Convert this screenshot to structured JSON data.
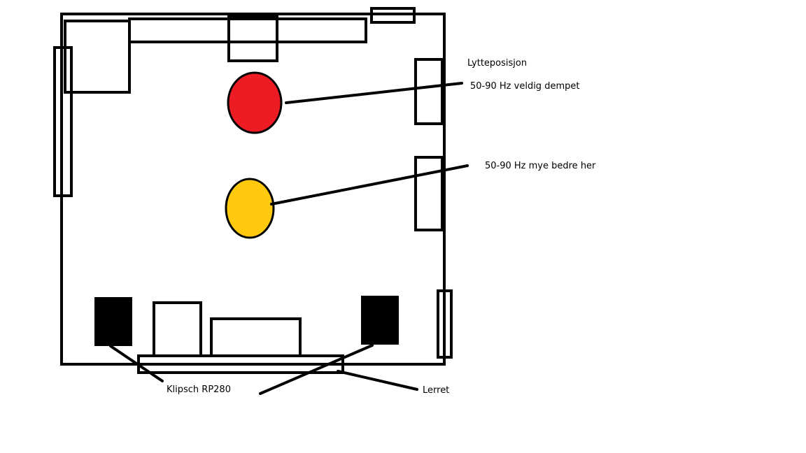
{
  "labels": {
    "listening_position": "Lytteposisjon",
    "muted_note": "50-90 Hz veldig dempet",
    "better_note": "50-90 Hz mye bedre her",
    "speaker_model": "Klipsch RP280",
    "screen": "Lerret"
  },
  "colors": {
    "red_spot": "#ed1c24",
    "yellow_spot": "#ffc90e",
    "ink": "#000000"
  }
}
